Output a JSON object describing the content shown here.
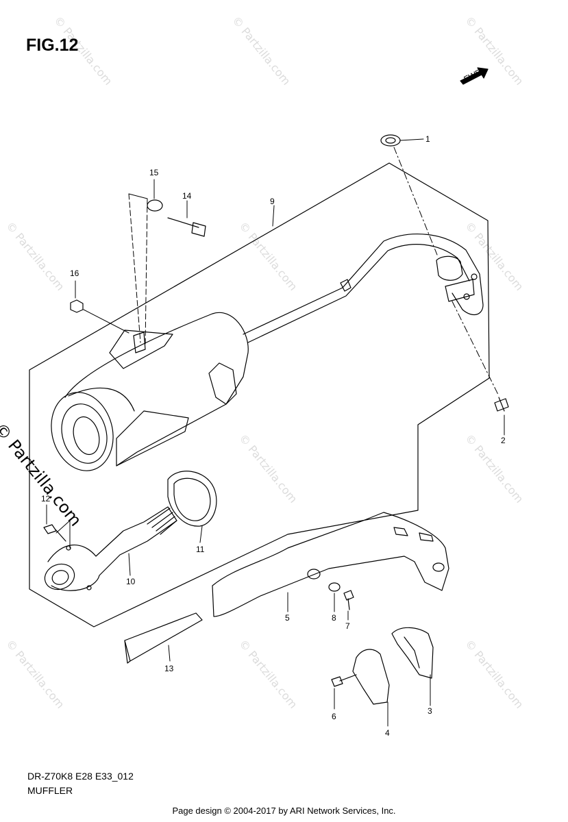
{
  "figure": {
    "title": "FIG.12",
    "model_code": "DR-Z70K8 E28 E33_012",
    "section_name": "MUFFLER",
    "direction_badge": "FWD"
  },
  "footer": {
    "copyright": "Page design © 2004-2017 by ARI Network Services, Inc."
  },
  "watermark": {
    "main": "© Partzilla.com",
    "tile": "© Partzilla.com"
  },
  "callouts": [
    {
      "id": "1",
      "label": "1"
    },
    {
      "id": "2",
      "label": "2"
    },
    {
      "id": "3",
      "label": "3"
    },
    {
      "id": "4",
      "label": "4"
    },
    {
      "id": "5",
      "label": "5"
    },
    {
      "id": "6",
      "label": "6"
    },
    {
      "id": "7",
      "label": "7"
    },
    {
      "id": "8",
      "label": "8"
    },
    {
      "id": "9",
      "label": "9"
    },
    {
      "id": "10",
      "label": "10"
    },
    {
      "id": "11",
      "label": "11"
    },
    {
      "id": "12",
      "label": "12"
    },
    {
      "id": "13",
      "label": "13"
    },
    {
      "id": "14",
      "label": "14"
    },
    {
      "id": "15",
      "label": "15"
    },
    {
      "id": "16",
      "label": "16"
    }
  ],
  "colors": {
    "line": "#000000",
    "watermark": "#dcdcdc",
    "background": "#ffffff"
  }
}
